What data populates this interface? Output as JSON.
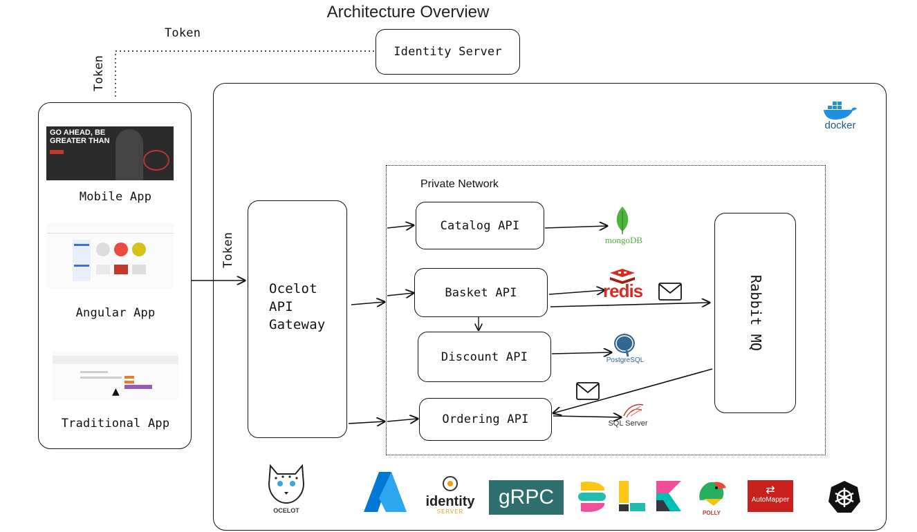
{
  "title": "Architecture Overview",
  "token_labels": [
    "Token",
    "Token",
    "Token"
  ],
  "identity_server": "Identity Server",
  "clients": [
    "Mobile App",
    "Angular App",
    "Traditional App"
  ],
  "mobile_banner": {
    "line1": "GO AHEAD, BE",
    "line2": "GREATER THAN"
  },
  "gateway": {
    "line1": "Ocelot",
    "line2": "API",
    "line3": "Gateway"
  },
  "private_network": "Private Network",
  "services": {
    "catalog": "Catalog API",
    "basket": "Basket API",
    "discount": "Discount API",
    "ordering": "Ordering API"
  },
  "databases": {
    "mongo": "mongoDB",
    "redis": "redis",
    "postgres": "PostgreSQL",
    "sqlserver": "SQL Server"
  },
  "rabbit": "Rabbit MQ",
  "docker": "docker",
  "logos": {
    "ocelot": "OCELOT",
    "identity": "identity",
    "identity_sub": "SERVER",
    "grpc": "gRPC",
    "polly": "POLLY",
    "automapper": "AutoMapper"
  },
  "icons": [
    "envelope-icon",
    "docker-whale-icon",
    "mongodb-leaf-icon",
    "redis-icon",
    "postgresql-elephant-icon",
    "sqlserver-icon",
    "azure-icon",
    "kubernetes-icon",
    "elastic-icon",
    "logstash-icon",
    "kibana-icon"
  ],
  "colors": {
    "mongo_green": "#4DB33D",
    "redis_red": "#D82C20",
    "postgres_blue": "#336791",
    "docker_blue": "#1D91E6",
    "azure_blue": "#0078D4",
    "grpc_teal": "#2E6E6E",
    "automapper_red": "#C8211D"
  }
}
